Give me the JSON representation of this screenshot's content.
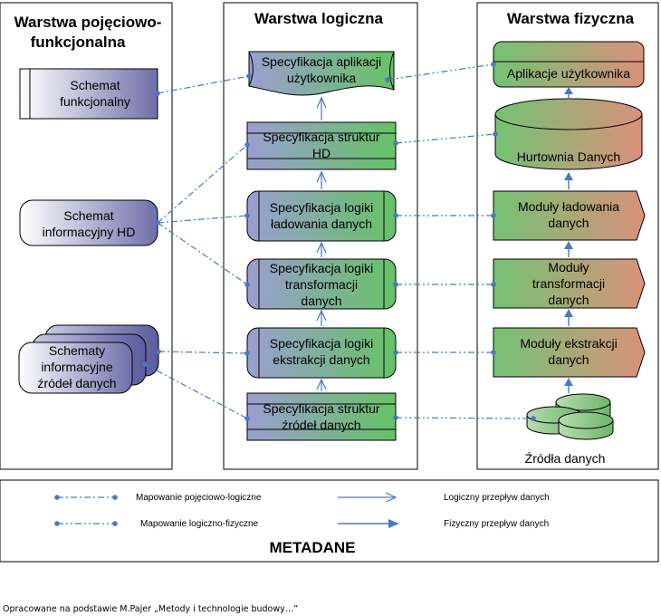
{
  "layers": {
    "conceptual": {
      "title_line1": "Warstwa pojęciowo-",
      "title_line2": "funkcjonalna",
      "items": {
        "functional_schema": [
          "Schemat",
          "funkcjonalny"
        ],
        "info_schema_dw": [
          "Schemat",
          "informacyjny HD"
        ],
        "source_info_schemas": [
          "Schematy",
          "informacyjne",
          "źródeł danych"
        ]
      }
    },
    "logical": {
      "title": "Warstwa logiczna",
      "items": {
        "app_spec": [
          "Specyfikacja aplikacji",
          "użytkownika"
        ],
        "dw_struct_spec": [
          "Specyfikacja struktur",
          "HD"
        ],
        "load_logic_spec": [
          "Specyfikacja logiki",
          "ładowania danych"
        ],
        "transform_logic_spec": [
          "Specyfikacja logiki",
          "transformacji",
          "danych"
        ],
        "extract_logic_spec": [
          "Specyfikacja logiki",
          "ekstrakcji danych"
        ],
        "source_struct_spec": [
          "Specyfikacja struktur",
          "źródeł danych"
        ]
      }
    },
    "physical": {
      "title": "Warstwa fizyczna",
      "items": {
        "user_apps": "Aplikacje użytkownika",
        "data_warehouse": "Hurtownia Danych",
        "load_modules": [
          "Moduły ładowania",
          "danych"
        ],
        "transform_modules": [
          "Moduły",
          "transformacji",
          "danych"
        ],
        "extract_modules": [
          "Moduły ekstrakcji",
          "danych"
        ],
        "data_sources": "Źródła danych"
      }
    }
  },
  "legend": {
    "conceptual_logical_mapping": "Mapowanie pojęciowo-logiczne",
    "logical_physical_mapping": "Mapowanie logiczno-fizyczne",
    "logical_data_flow": "Logiczny przepływ danych",
    "physical_data_flow": "Fizyczny przepływ danych",
    "title": "METADANE"
  },
  "caption": "Opracowane na podstawie M.Pajer „Metody i technologie budowy…”",
  "colors": {
    "blue_gradient": "#7f7fb5",
    "green": "#6cbf6c",
    "salmon": "#d9957e",
    "link": "#4a78c2"
  }
}
